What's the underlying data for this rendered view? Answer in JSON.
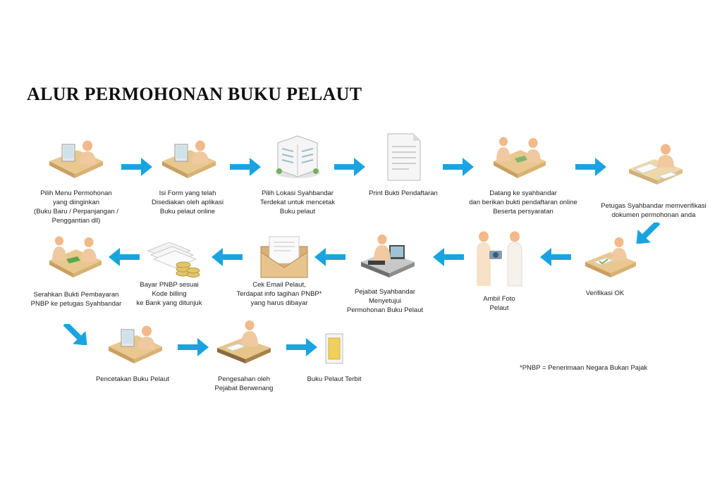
{
  "title": "ALUR PERMOHONAN BUKU PELAUT",
  "footnote": "*PNBP = Penerimaan Negara Bukan Pajak",
  "colors": {
    "arrow": "#1aa3e0",
    "person": "#f2b98a",
    "desk": "#e9c890",
    "paper": "#f4f4f4"
  },
  "steps": [
    {
      "id": "s1",
      "icon": "person-at-computer-icon",
      "lines": [
        "Pilih Menu Permohonan",
        "yang diinginkan",
        "(Buku Baru / Perpanjangan /",
        "Penggantian dll)"
      ]
    },
    {
      "id": "s2",
      "icon": "person-at-computer-icon",
      "lines": [
        "Isi Form yang telah",
        "Disediakan oleh aplikasi",
        "Buku pelaut online"
      ]
    },
    {
      "id": "s3",
      "icon": "office-building-icon",
      "lines": [
        "Pilih Lokasi Syahbandar",
        "Terdekat untuk mencetak",
        "Buku pelaut"
      ]
    },
    {
      "id": "s4",
      "icon": "document-icon",
      "lines": [
        "Print Bukti Pendaftaran"
      ]
    },
    {
      "id": "s5",
      "icon": "two-people-at-desk-icon",
      "lines": [
        "Datang ke syahbandar",
        "dan berikan bukti pendaftaran online",
        "Beserta persyaratan"
      ]
    },
    {
      "id": "s6",
      "icon": "officer-checking-documents-icon",
      "lines": [
        "Petugas Syahbandar memverifikasi",
        "dokumen permohonan anda"
      ]
    },
    {
      "id": "s7",
      "icon": "officer-desk-check-icon",
      "lines": [
        "Verifikasi OK"
      ]
    },
    {
      "id": "s8",
      "icon": "photo-camera-people-icon",
      "lines": [
        "Ambil Foto",
        "Pelaut"
      ]
    },
    {
      "id": "s9",
      "icon": "official-at-workstation-icon",
      "lines": [
        "Pejabat Syahbandar",
        "Menyetujui",
        "Permohonan Buku Pelaut"
      ]
    },
    {
      "id": "s10",
      "icon": "email-envelope-icon",
      "lines": [
        "Cek Email Pelaut,",
        "Terdapat info tagihan PNBP*",
        "yang harus dibayar"
      ]
    },
    {
      "id": "s11",
      "icon": "bills-and-coins-icon",
      "lines": [
        "Bayar PNBP sesuai",
        "Kode billing",
        "ke Bank yang ditunjuk"
      ]
    },
    {
      "id": "s12",
      "icon": "handover-at-desk-icon",
      "lines": [
        "Serahkan Bukti Pembayaran",
        "PNBP ke petugas Syahbandar"
      ]
    },
    {
      "id": "s13",
      "icon": "person-at-computer-icon",
      "lines": [
        "Pencetakan Buku Pelaut"
      ]
    },
    {
      "id": "s14",
      "icon": "official-signing-icon",
      "lines": [
        "Pengesahan oleh",
        "Pejabat Berwenang"
      ]
    },
    {
      "id": "s15",
      "icon": "seaman-book-icon",
      "lines": [
        "Buku Pelaut Terbit"
      ]
    }
  ]
}
